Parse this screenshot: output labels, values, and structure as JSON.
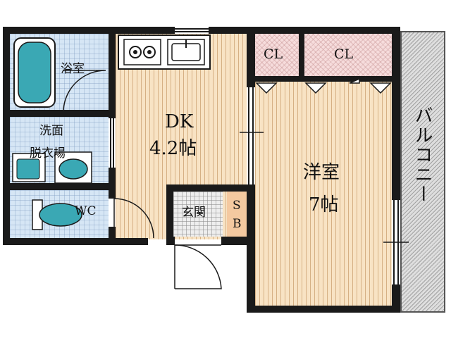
{
  "rooms": {
    "bath": "浴室",
    "washroom_line1": "洗面",
    "washroom_line2": "脱衣場",
    "wc": "WC",
    "dk_name": "DK",
    "dk_size": "4.2帖",
    "genkan": "玄関",
    "sb_line1": "S",
    "sb_line2": "B",
    "youshitsu_name": "洋室",
    "youshitsu_size": "7帖",
    "closet_1": "CL",
    "closet_2": "CL",
    "balcony": "バルコニー"
  },
  "colors": {
    "wood_floor": "#f8e3c4",
    "tile_floor": "#d6e6f5",
    "closet_floor": "#f6dcdc",
    "fixture_teal": "#3aa8b4",
    "wall": "#1a1a1a",
    "shoe_box": "#f4c9a0"
  }
}
